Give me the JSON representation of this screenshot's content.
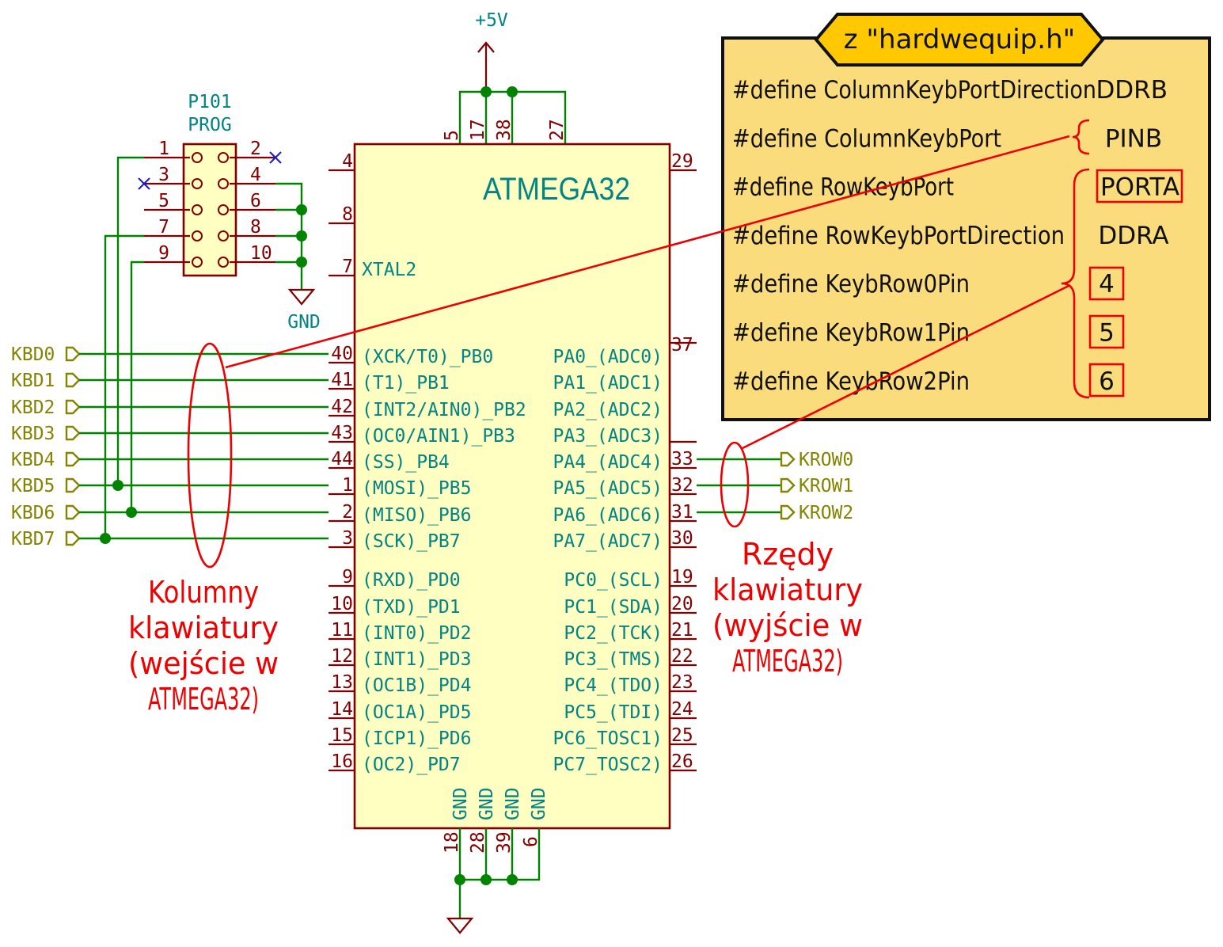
{
  "power": {
    "vcc_label": "+5V",
    "gnd_label": "GND"
  },
  "connector": {
    "ref": "P101",
    "value": "PROG",
    "pins": [
      "1",
      "2",
      "3",
      "4",
      "5",
      "6",
      "7",
      "8",
      "9",
      "10"
    ]
  },
  "chip": {
    "name": "ATMEGA32",
    "top_pins": [
      "5",
      "17",
      "38",
      "27"
    ],
    "bottom_pins": [
      "18",
      "28",
      "39",
      "6"
    ],
    "bottom_names": [
      "GND",
      "GND",
      "GND",
      "GND"
    ],
    "left_pins": [
      {
        "num": "4",
        "name": ""
      },
      {
        "num": "8",
        "name": ""
      },
      {
        "num": "7",
        "name": "XTAL2"
      },
      {
        "num": "40",
        "name": "(XCK/T0)_PB0"
      },
      {
        "num": "41",
        "name": "(T1)_PB1"
      },
      {
        "num": "42",
        "name": "(INT2/AIN0)_PB2"
      },
      {
        "num": "43",
        "name": "(OC0/AIN1)_PB3"
      },
      {
        "num": "44",
        "name": "(SS)_PB4"
      },
      {
        "num": "1",
        "name": "(MOSI)_PB5"
      },
      {
        "num": "2",
        "name": "(MISO)_PB6"
      },
      {
        "num": "3",
        "name": "(SCK)_PB7"
      },
      {
        "num": "9",
        "name": "(RXD)_PD0"
      },
      {
        "num": "10",
        "name": "(TXD)_PD1"
      },
      {
        "num": "11",
        "name": "(INT0)_PD2"
      },
      {
        "num": "12",
        "name": "(INT1)_PD3"
      },
      {
        "num": "13",
        "name": "(OC1B)_PD4"
      },
      {
        "num": "14",
        "name": "(OC1A)_PD5"
      },
      {
        "num": "15",
        "name": "(ICP1)_PD6"
      },
      {
        "num": "16",
        "name": "(OC2)_PD7"
      }
    ],
    "right_pins": [
      {
        "num": "29",
        "name": ""
      },
      {
        "num": "37",
        "name": "PA0_(ADC0)"
      },
      {
        "num": "",
        "name": "PA1_(ADC1)"
      },
      {
        "num": "",
        "name": "PA2_(ADC2)"
      },
      {
        "num": "",
        "name": "PA3_(ADC3)"
      },
      {
        "num": "33",
        "name": "PA4_(ADC4)"
      },
      {
        "num": "32",
        "name": "PA5_(ADC5)"
      },
      {
        "num": "31",
        "name": "PA6_(ADC6)"
      },
      {
        "num": "30",
        "name": "PA7_(ADC7)"
      },
      {
        "num": "19",
        "name": "PC0_(SCL)"
      },
      {
        "num": "20",
        "name": "PC1_(SDA)"
      },
      {
        "num": "21",
        "name": "PC2_(TCK)"
      },
      {
        "num": "22",
        "name": "PC3_(TMS)"
      },
      {
        "num": "23",
        "name": "PC4_(TDO)"
      },
      {
        "num": "24",
        "name": "PC5_(TDI)"
      },
      {
        "num": "25",
        "name": "PC6_TOSC1)"
      },
      {
        "num": "26",
        "name": "PC7_TOSC2)"
      }
    ]
  },
  "kbd_labels": [
    "KBD0",
    "KBD1",
    "KBD2",
    "KBD3",
    "KBD4",
    "KBD5",
    "KBD6",
    "KBD7"
  ],
  "krow_labels": [
    "KROW0",
    "KROW1",
    "KROW2"
  ],
  "note_box": {
    "title": "z \"hardwequip.h\"",
    "lines": [
      {
        "define": "#define ColumnKeybPortDirection",
        "value": "DDRB"
      },
      {
        "define": "#define ColumnKeybPort",
        "value": "PINB"
      },
      {
        "define": "#define RowKeybPort",
        "value": "PORTA"
      },
      {
        "define": "#define RowKeybPortDirection",
        "value": "DDRA"
      },
      {
        "define": "#define KeybRow0Pin",
        "value": "4"
      },
      {
        "define": "#define KeybRow1Pin",
        "value": "5"
      },
      {
        "define": "#define KeybRow2Pin",
        "value": "6"
      }
    ]
  },
  "annotations": {
    "columns": [
      "Kolumny",
      "klawiatury",
      "(wejście w",
      "ATMEGA32)"
    ],
    "rows": [
      "Rzędy",
      "klawiatury",
      "(wyjście w",
      "ATMEGA32)"
    ]
  },
  "colors": {
    "wire": "#008400",
    "pin": "#840000",
    "pin_name": "#008484",
    "label": "#848400",
    "chip_fill": "#ffffc2",
    "note_fill": "#fbdc7c",
    "title_fill": "#ffc800",
    "annotation": "#ee0000"
  }
}
